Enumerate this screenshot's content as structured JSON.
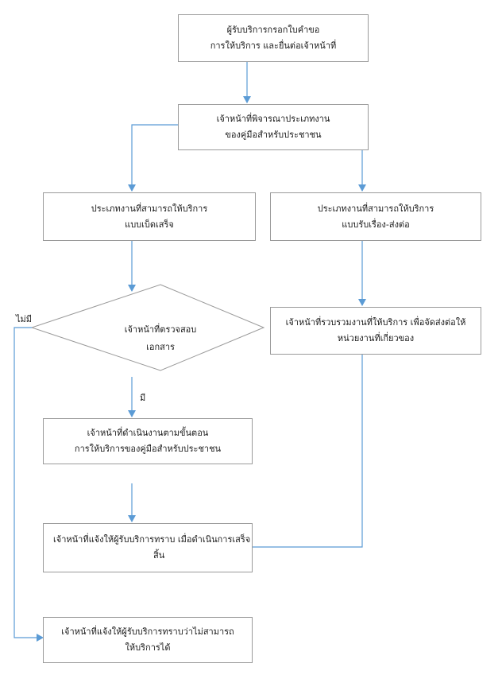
{
  "colors": {
    "connector": "#5b9bd5",
    "box_border": "#9a9a9a",
    "text": "#1a1a1a"
  },
  "nodes": {
    "submit": {
      "line1": "ผู้รับบริการกรอกใบคำขอ",
      "line2": "การให้บริการ และยื่นต่อเจ้าหน้าที่"
    },
    "consider": {
      "line1": "เจ้าหน้าที่พิจารณาประเภทงาน",
      "line2": "ของคู่มือสำหรับประชาชน"
    },
    "complete_type": {
      "line1": "ประเภทงานที่สามารถให้บริการ",
      "line2": "แบบเบ็ดเสร็จ"
    },
    "forward_type": {
      "line1": "ประเภทงานที่สามารถให้บริการ",
      "line2": "แบบรับเรื่อง-ส่งต่อ"
    },
    "check_docs": {
      "line1": "เจ้าหน้าที่ตรวจสอบ",
      "line2": "เอกสาร"
    },
    "collect_forward": {
      "line1": "เจ้าหน้าที่รวบรวมงานที่ให้บริการ เพื่อจัดส่งต่อให้",
      "line2": "หน่วยงานที่เกี่ยวของ"
    },
    "process": {
      "line1": "เจ้าหน้าที่ดำเนินงานตามขั้นตอน",
      "line2": "การให้บริการของคู่มือสำหรับประชาชน"
    },
    "notify_done": {
      "line1": "เจ้าหน้าที่แจ้งให้ผู้รับบริการทราบ เมื่อดำเนินการเสร็จ",
      "line2": "สิ้น"
    },
    "notify_fail": {
      "line1": "เจ้าหน้าที่แจ้งให้ผู้รับบริการทราบว่าไม่สามารถ",
      "line2": "ให้บริการได้"
    }
  },
  "edge_labels": {
    "no": "ไม่มี",
    "yes": "มี"
  }
}
